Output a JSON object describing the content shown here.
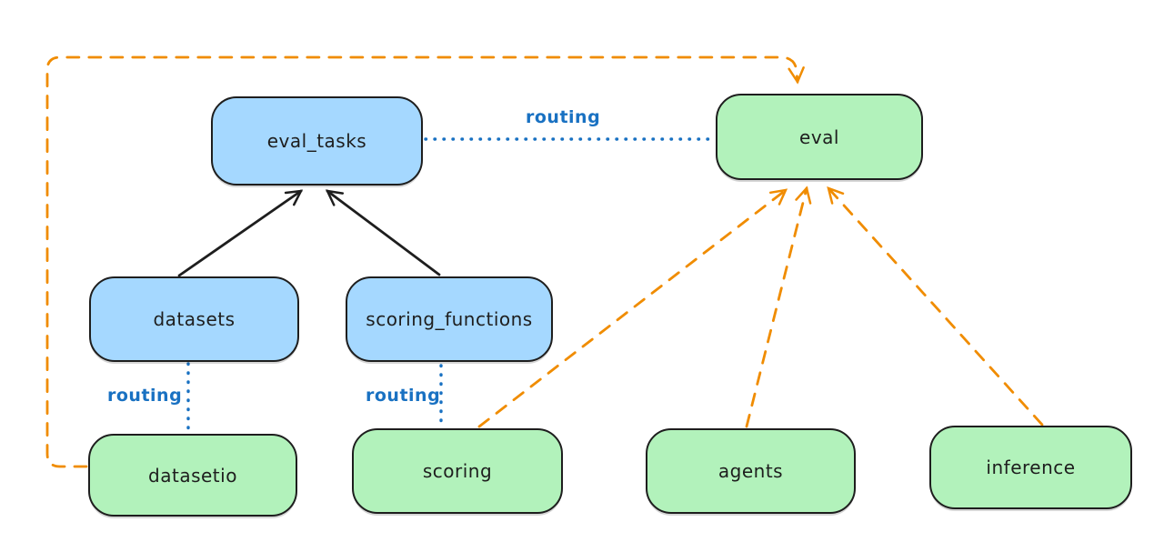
{
  "diagram": {
    "background": "#ffffff",
    "colors": {
      "node_stroke": "#1e1e1e",
      "node_blue_fill": "#a5d8ff",
      "node_green_fill": "#b2f2bb",
      "routing_blue": "#1971c2",
      "provider_orange": "#f08c00",
      "arrow_black": "#1e1e1e"
    },
    "nodes": [
      {
        "id": "eval_tasks",
        "label": "eval_tasks",
        "color": "blue"
      },
      {
        "id": "eval",
        "label": "eval",
        "color": "green"
      },
      {
        "id": "datasets",
        "label": "datasets",
        "color": "blue"
      },
      {
        "id": "scoring_functions",
        "label": "scoring_functions",
        "color": "blue"
      },
      {
        "id": "datasetio",
        "label": "datasetio",
        "color": "green"
      },
      {
        "id": "scoring",
        "label": "scoring",
        "color": "green"
      },
      {
        "id": "agents",
        "label": "agents",
        "color": "green"
      },
      {
        "id": "inference",
        "label": "inference",
        "color": "green"
      }
    ],
    "labels": {
      "routing_top": "routing",
      "routing_left": "routing",
      "routing_mid": "routing"
    },
    "edges": [
      {
        "from": "datasets",
        "to": "eval_tasks",
        "style": "solid",
        "color": "black",
        "arrow": true
      },
      {
        "from": "scoring_functions",
        "to": "eval_tasks",
        "style": "solid",
        "color": "black",
        "arrow": true
      },
      {
        "from": "eval_tasks",
        "to": "eval",
        "style": "dotted",
        "color": "blue",
        "arrow": false,
        "label": "routing"
      },
      {
        "from": "datasets",
        "to": "datasetio",
        "style": "dotted",
        "color": "blue",
        "arrow": false,
        "label": "routing"
      },
      {
        "from": "scoring_functions",
        "to": "scoring",
        "style": "dotted",
        "color": "blue",
        "arrow": false,
        "label": "routing"
      },
      {
        "from": "datasetio",
        "to": "eval",
        "style": "dashed",
        "color": "orange",
        "arrow": true
      },
      {
        "from": "scoring",
        "to": "eval",
        "style": "dashed",
        "color": "orange",
        "arrow": true
      },
      {
        "from": "agents",
        "to": "eval",
        "style": "dashed",
        "color": "orange",
        "arrow": true
      },
      {
        "from": "inference",
        "to": "eval",
        "style": "dashed",
        "color": "orange",
        "arrow": true
      }
    ]
  }
}
